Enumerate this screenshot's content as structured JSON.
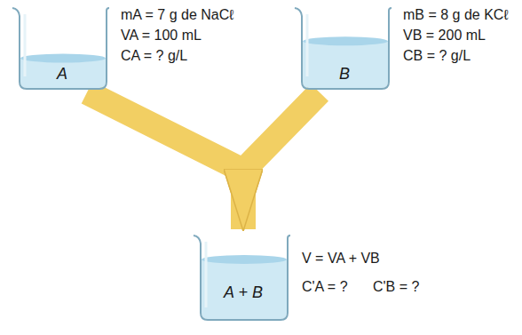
{
  "diagram": {
    "nodes": [
      {
        "text": [
          "A"
        ]
      },
      {
        "text": [
          "B"
        ]
      },
      {
        "text": [
          "A + B"
        ]
      }
    ],
    "edges": [
      {
        "from": 0,
        "to": 2,
        "arrow": "to"
      },
      {
        "from": 1,
        "to": 2,
        "arrow": "to"
      }
    ],
    "labels": [
      "mA = 7 g de NaCℓ",
      "VA = 100 mL",
      "CA = ? g/L",
      "mB = 8 g de KCℓ",
      "VB = 200 mL",
      "CB = ? g/L",
      "V = VA + VB",
      "C'A = ?",
      "C'B = ?"
    ]
  }
}
